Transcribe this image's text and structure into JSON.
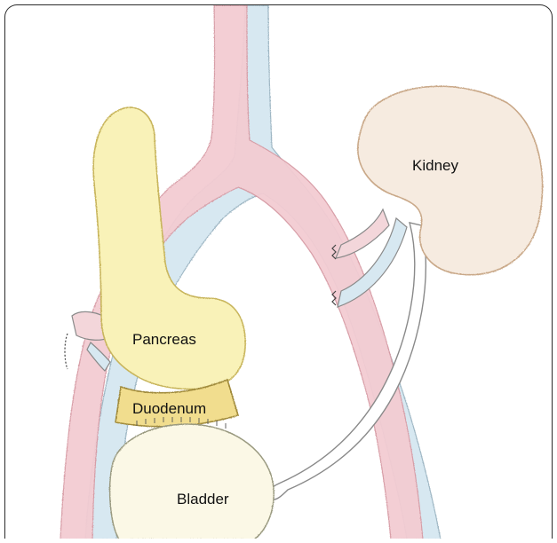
{
  "labels": {
    "kidney": "Kidney",
    "pancreas": "Pancreas",
    "duodenum": "Duodenum",
    "bladder": "Bladder"
  },
  "colors": {
    "artery": "#f2c6cc",
    "vein": "#cfe3ee",
    "pancreas": "#f9f2b8",
    "duodenum": "#f1dd8e",
    "kidney": "#f6ebe0",
    "bladder": "#fbf8e6"
  }
}
